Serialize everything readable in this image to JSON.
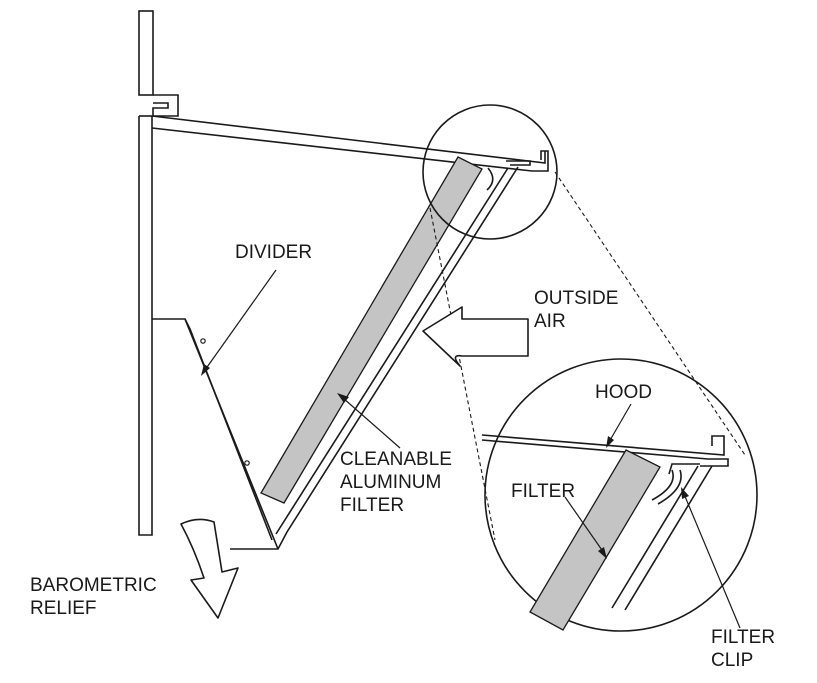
{
  "labels": {
    "divider": "DIVIDER",
    "outside_air": [
      "OUTSIDE",
      "AIR"
    ],
    "cleanable_filter": [
      "CLEANABLE",
      "ALUMINUM",
      "FILTER"
    ],
    "hood": "HOOD",
    "filter": "FILTER",
    "filter_clip": [
      "FILTER",
      "CLIP"
    ],
    "barometric_relief": [
      "BAROMETRIC",
      "RELIEF"
    ]
  }
}
